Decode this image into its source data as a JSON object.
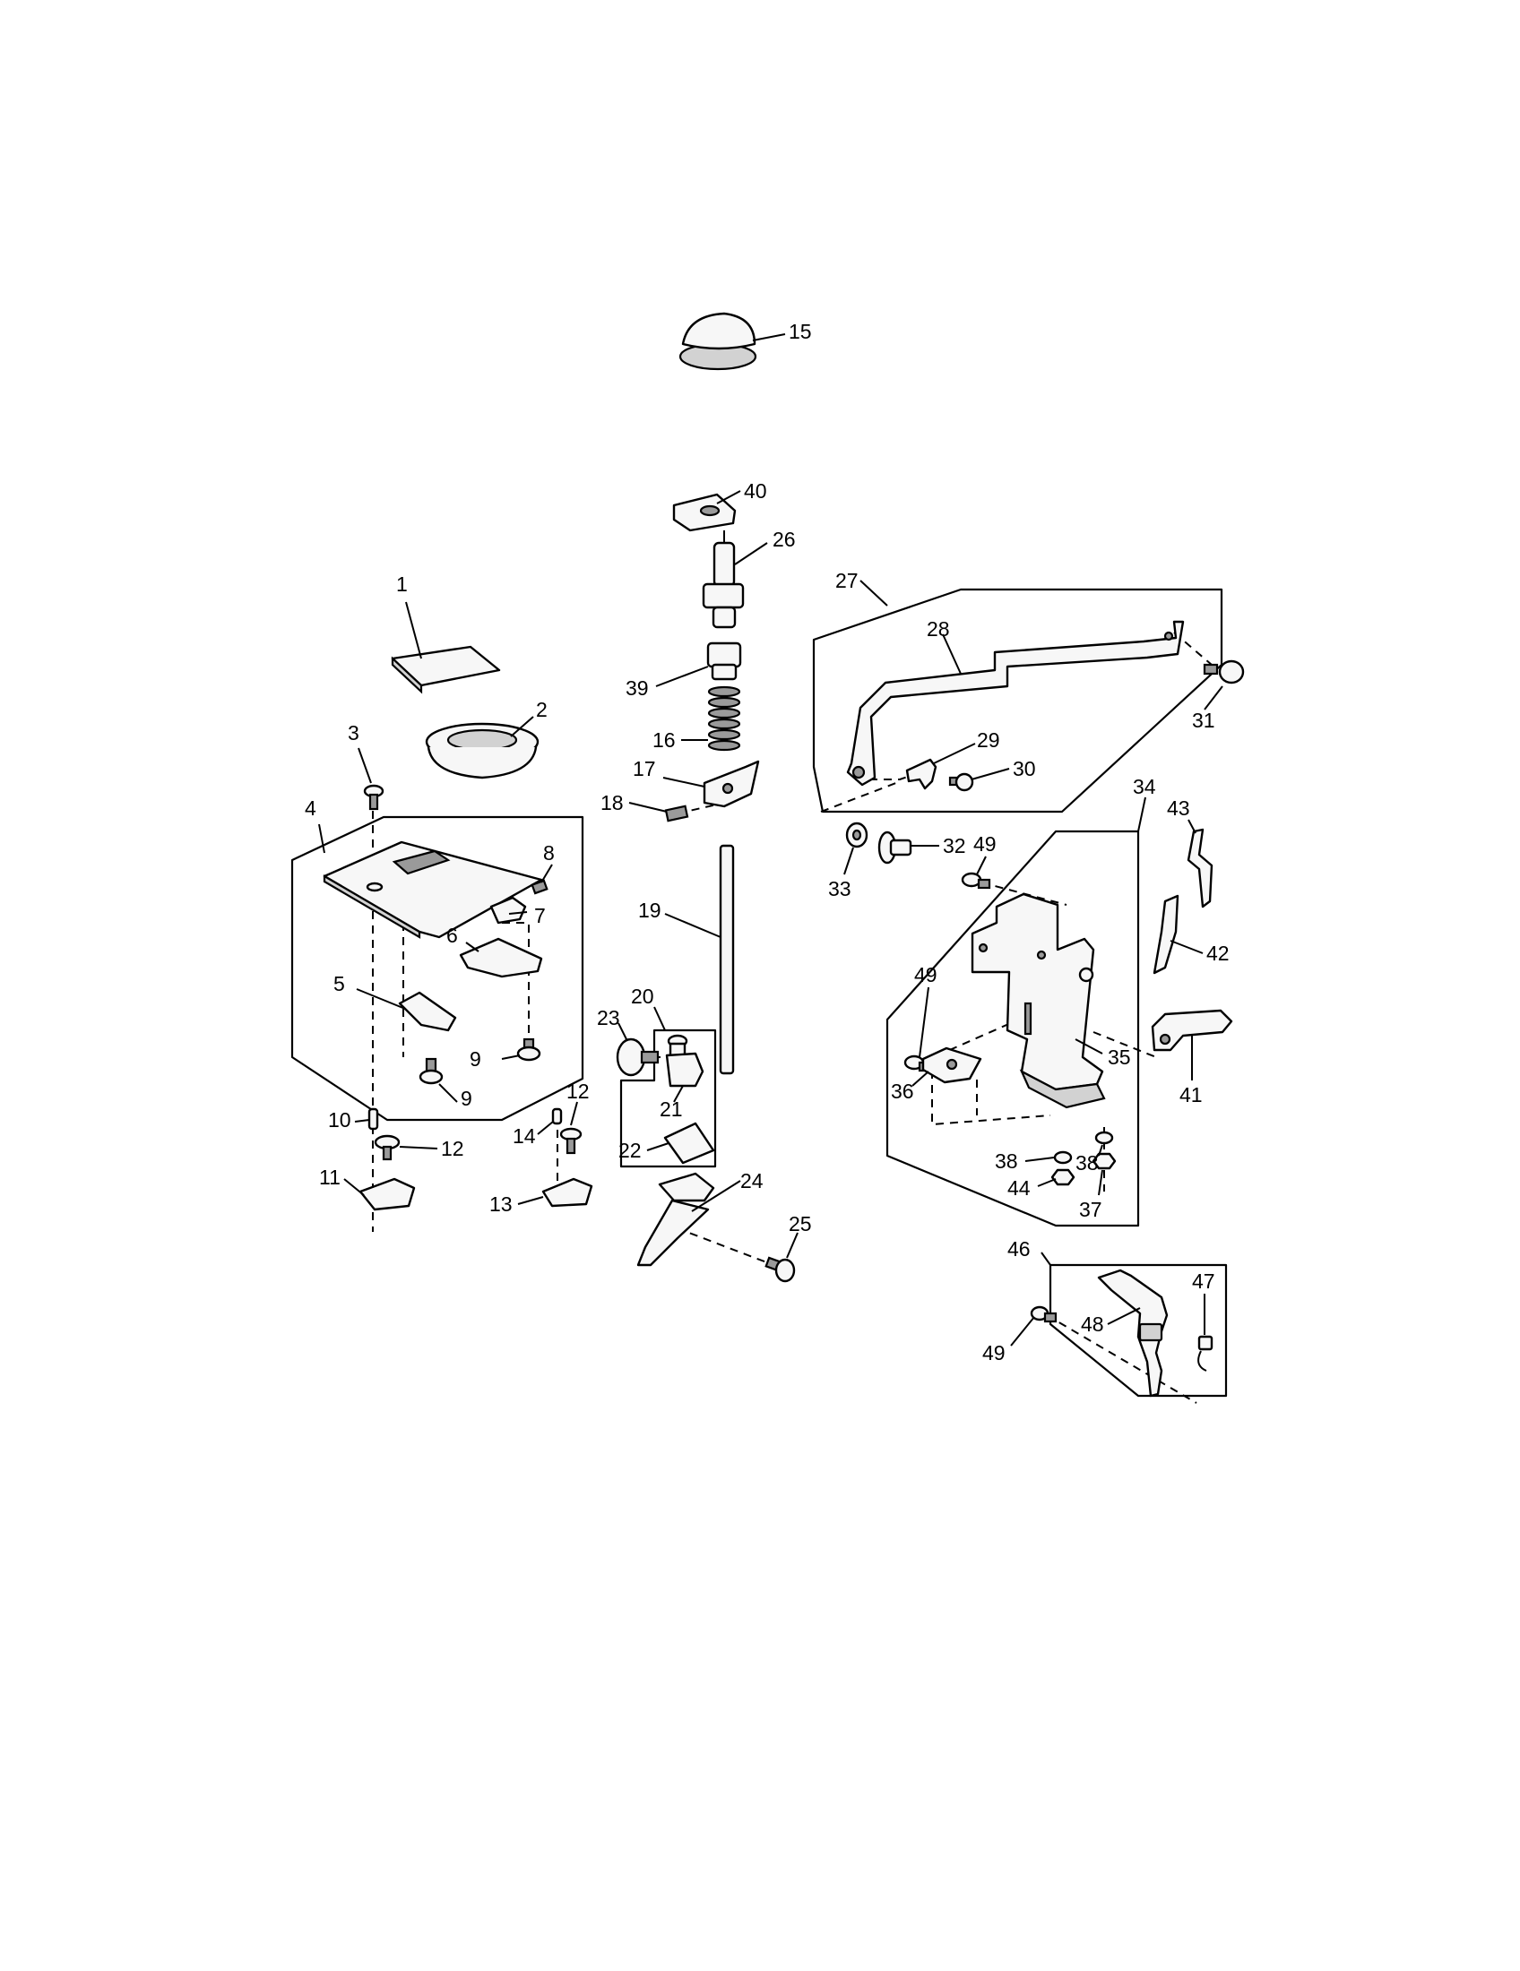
{
  "diagram": {
    "callouts": [
      {
        "id": "c1",
        "text": "1"
      },
      {
        "id": "c2",
        "text": "2"
      },
      {
        "id": "c3",
        "text": "3"
      },
      {
        "id": "c4",
        "text": "4"
      },
      {
        "id": "c5",
        "text": "5"
      },
      {
        "id": "c6",
        "text": "6"
      },
      {
        "id": "c7",
        "text": "7"
      },
      {
        "id": "c8",
        "text": "8"
      },
      {
        "id": "c9a",
        "text": "9"
      },
      {
        "id": "c9b",
        "text": "9"
      },
      {
        "id": "c10",
        "text": "10"
      },
      {
        "id": "c11",
        "text": "11"
      },
      {
        "id": "c12a",
        "text": "12"
      },
      {
        "id": "c12b",
        "text": "12"
      },
      {
        "id": "c13",
        "text": "13"
      },
      {
        "id": "c14",
        "text": "14"
      },
      {
        "id": "c15",
        "text": "15"
      },
      {
        "id": "c16",
        "text": "16"
      },
      {
        "id": "c17",
        "text": "17"
      },
      {
        "id": "c18",
        "text": "18"
      },
      {
        "id": "c19",
        "text": "19"
      },
      {
        "id": "c20",
        "text": "20"
      },
      {
        "id": "c21",
        "text": "21"
      },
      {
        "id": "c22",
        "text": "22"
      },
      {
        "id": "c23",
        "text": "23"
      },
      {
        "id": "c24",
        "text": "24"
      },
      {
        "id": "c25",
        "text": "25"
      },
      {
        "id": "c26",
        "text": "26"
      },
      {
        "id": "c27",
        "text": "27"
      },
      {
        "id": "c28",
        "text": "28"
      },
      {
        "id": "c29",
        "text": "29"
      },
      {
        "id": "c30",
        "text": "30"
      },
      {
        "id": "c31",
        "text": "31"
      },
      {
        "id": "c32",
        "text": "32"
      },
      {
        "id": "c33",
        "text": "33"
      },
      {
        "id": "c34",
        "text": "34"
      },
      {
        "id": "c35",
        "text": "35"
      },
      {
        "id": "c36",
        "text": "36"
      },
      {
        "id": "c37",
        "text": "37"
      },
      {
        "id": "c38a",
        "text": "38"
      },
      {
        "id": "c38b",
        "text": "38"
      },
      {
        "id": "c39",
        "text": "39"
      },
      {
        "id": "c40",
        "text": "40"
      },
      {
        "id": "c41",
        "text": "41"
      },
      {
        "id": "c42",
        "text": "42"
      },
      {
        "id": "c43",
        "text": "43"
      },
      {
        "id": "c44",
        "text": "44"
      },
      {
        "id": "c46",
        "text": "46"
      },
      {
        "id": "c47",
        "text": "47"
      },
      {
        "id": "c48",
        "text": "48"
      },
      {
        "id": "c49a",
        "text": "49"
      },
      {
        "id": "c49b",
        "text": "49"
      },
      {
        "id": "c49c",
        "text": "49"
      }
    ]
  }
}
